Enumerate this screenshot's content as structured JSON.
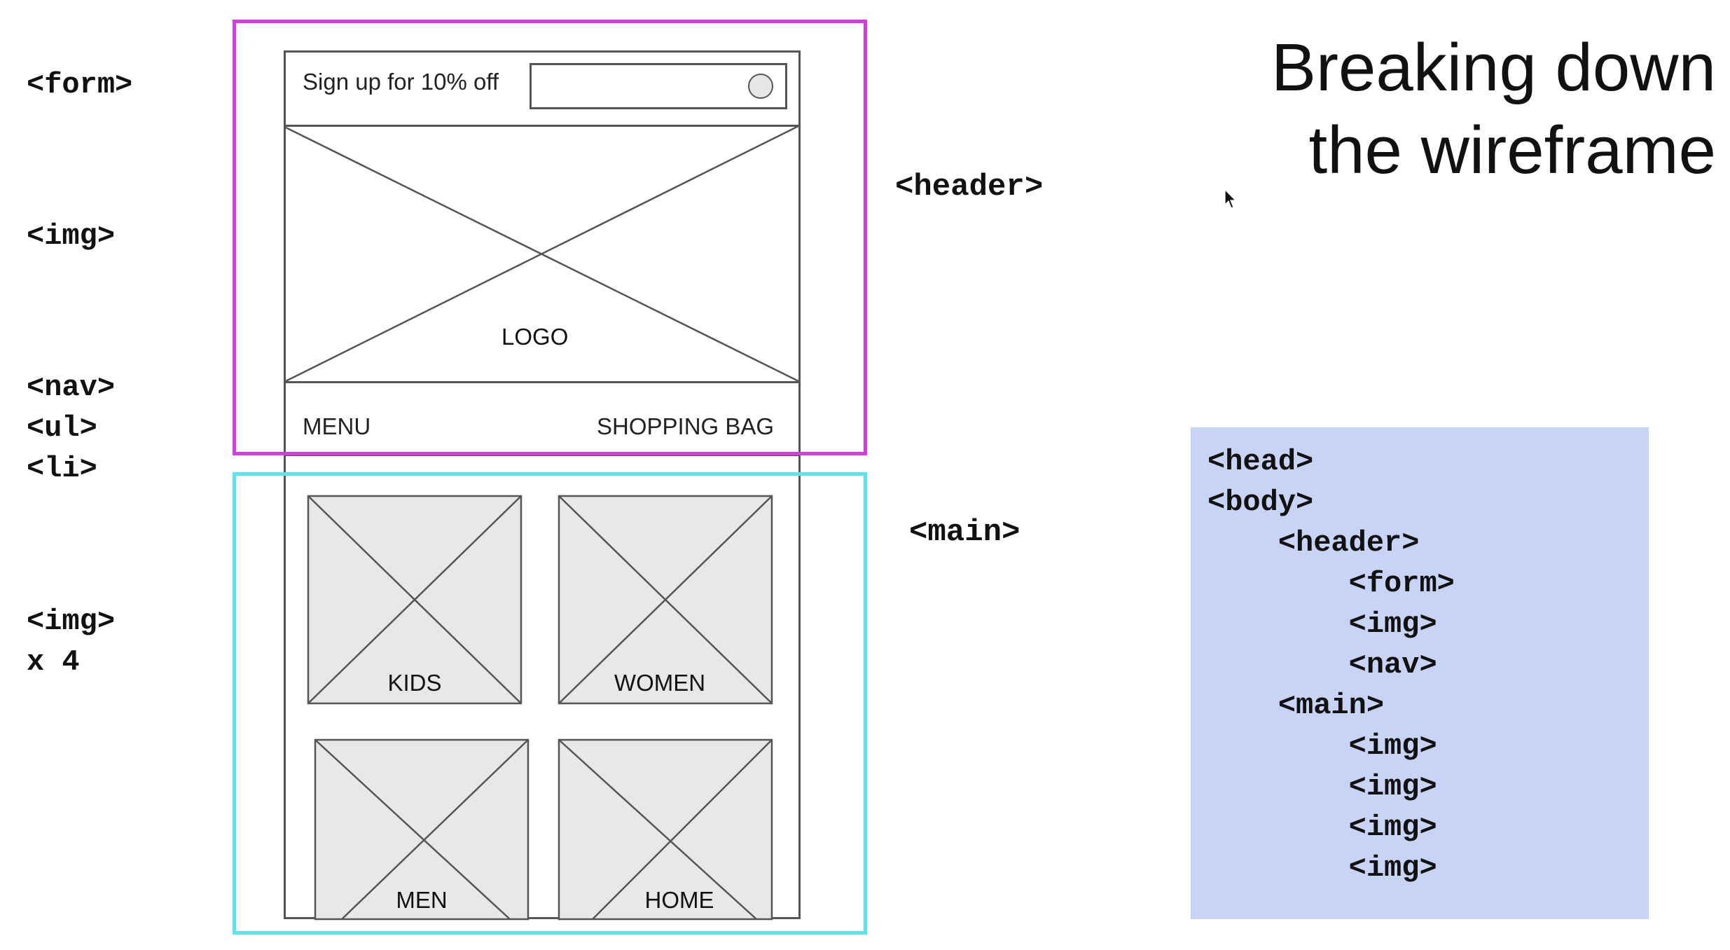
{
  "title": {
    "line1": "Breaking down",
    "line2": "the wireframe"
  },
  "left_tags": [
    "<form>",
    "<img>",
    "<nav>",
    "<ul>",
    "<li>",
    "<img>",
    "x 4"
  ],
  "section_tags": {
    "header": "<header>",
    "main": "<main>"
  },
  "wireframe": {
    "signup_text": "Sign up for 10% off",
    "logo_label": "LOGO",
    "nav_left": "MENU",
    "nav_right": "SHOPPING BAG",
    "tiles": [
      "KIDS",
      "WOMEN",
      "MEN",
      "HOME"
    ]
  },
  "code_outline": {
    "lines": [
      "<head>",
      "<body>",
      "    <header>",
      "        <form>",
      "        <img>",
      "        <nav>",
      "    <main>",
      "        <img>",
      "        <img>",
      "        <img>",
      "        <img>"
    ]
  },
  "colors": {
    "header_box": "#d63ae0",
    "main_box": "#5ce4ec",
    "code_panel": "#c7d4f5"
  },
  "icons": [
    "mouse-cursor-icon",
    "image-placeholder-icon"
  ]
}
